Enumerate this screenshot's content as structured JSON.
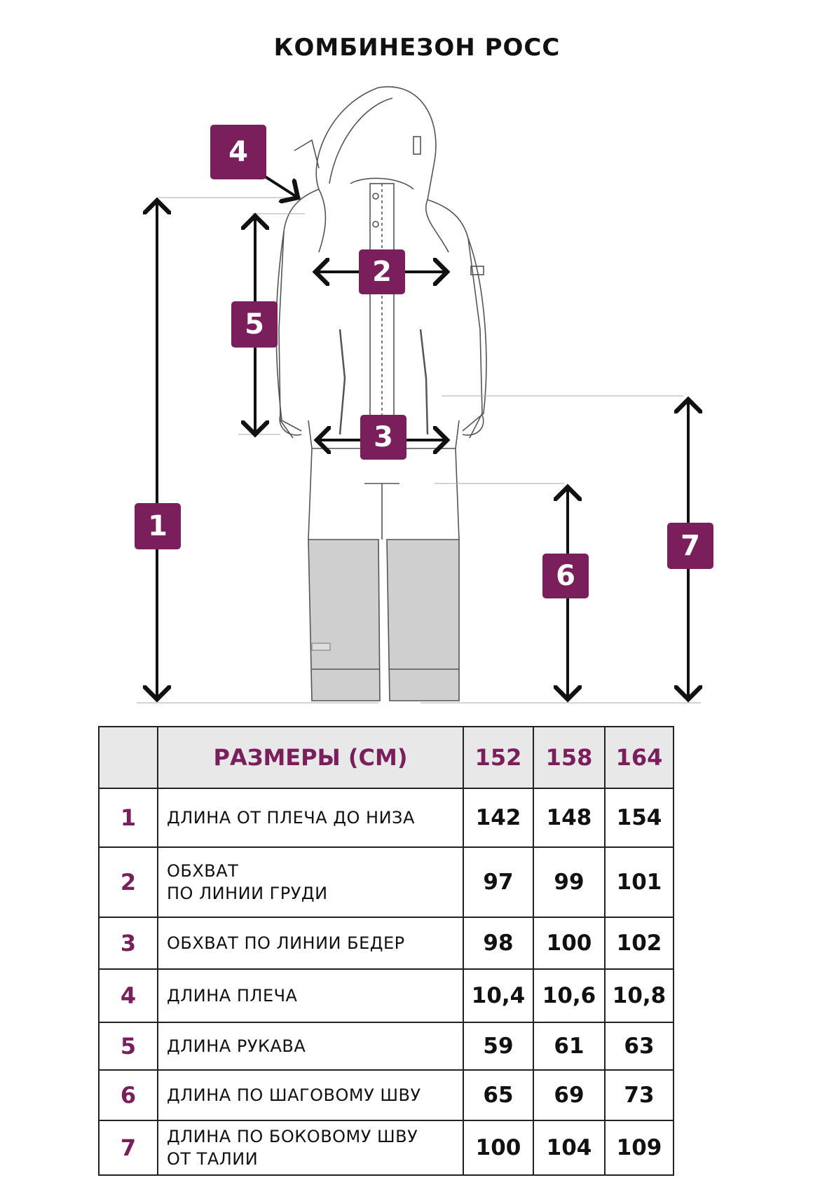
{
  "title": "КОМБИНЕЗОН РОСС",
  "accent_color": "#7b1f5c",
  "diagram": {
    "badges": [
      "1",
      "2",
      "3",
      "4",
      "5",
      "6",
      "7"
    ]
  },
  "table": {
    "header_label": "РАЗМЕРЫ (СМ)",
    "sizes": [
      "152",
      "158",
      "164"
    ],
    "rows": [
      {
        "num": "1",
        "label": [
          "ДЛИНА ОТ ПЛЕЧА ДО НИЗА"
        ],
        "values": [
          "142",
          "148",
          "154"
        ]
      },
      {
        "num": "2",
        "label": [
          "ОБХВАТ",
          "ПО ЛИНИИ ГРУДИ"
        ],
        "values": [
          "97",
          "99",
          "101"
        ]
      },
      {
        "num": "3",
        "label": [
          "ОБХВАТ ПО ЛИНИИ БЕДЕР"
        ],
        "values": [
          "98",
          "100",
          "102"
        ]
      },
      {
        "num": "4",
        "label": [
          "ДЛИНА ПЛЕЧА"
        ],
        "values": [
          "10,4",
          "10,6",
          "10,8"
        ]
      },
      {
        "num": "5",
        "label": [
          "ДЛИНА РУКАВА"
        ],
        "values": [
          "59",
          "61",
          "63"
        ]
      },
      {
        "num": "6",
        "label": [
          "ДЛИНА ПО ШАГОВОМУ ШВУ"
        ],
        "values": [
          "65",
          "69",
          "73"
        ]
      },
      {
        "num": "7",
        "label": [
          "ДЛИНА ПО БОКОВОМУ ШВУ",
          "ОТ ТАЛИИ"
        ],
        "values": [
          "100",
          "104",
          "109"
        ]
      }
    ]
  }
}
